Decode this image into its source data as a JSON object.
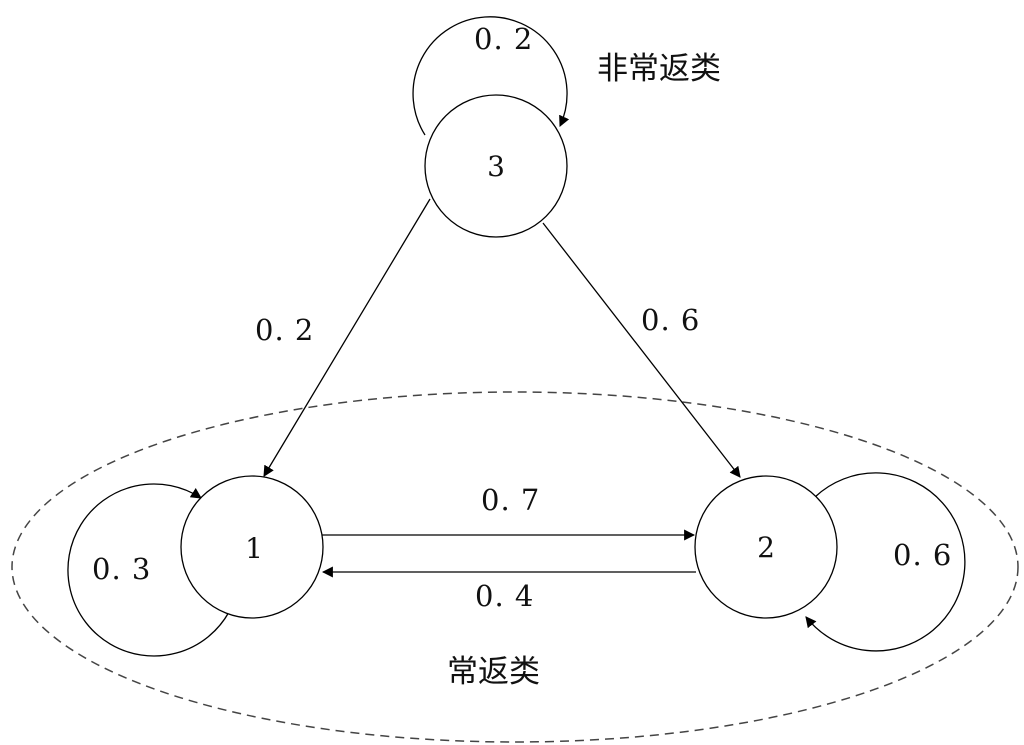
{
  "nodes": [
    {
      "id": "3",
      "label": "3"
    },
    {
      "id": "1",
      "label": "1"
    },
    {
      "id": "2",
      "label": "2"
    }
  ],
  "edges": [
    {
      "from": "3",
      "to": "3",
      "label": "0. 2"
    },
    {
      "from": "3",
      "to": "1",
      "label": "0. 2"
    },
    {
      "from": "3",
      "to": "2",
      "label": "0. 6"
    },
    {
      "from": "1",
      "to": "2",
      "label": "0. 7"
    },
    {
      "from": "2",
      "to": "1",
      "label": "0. 4"
    },
    {
      "from": "1",
      "to": "1",
      "label": "0. 3"
    },
    {
      "from": "2",
      "to": "2",
      "label": "0. 6"
    }
  ],
  "labels": {
    "transient_class": "非常返类",
    "recurrent_class": "常返类"
  }
}
